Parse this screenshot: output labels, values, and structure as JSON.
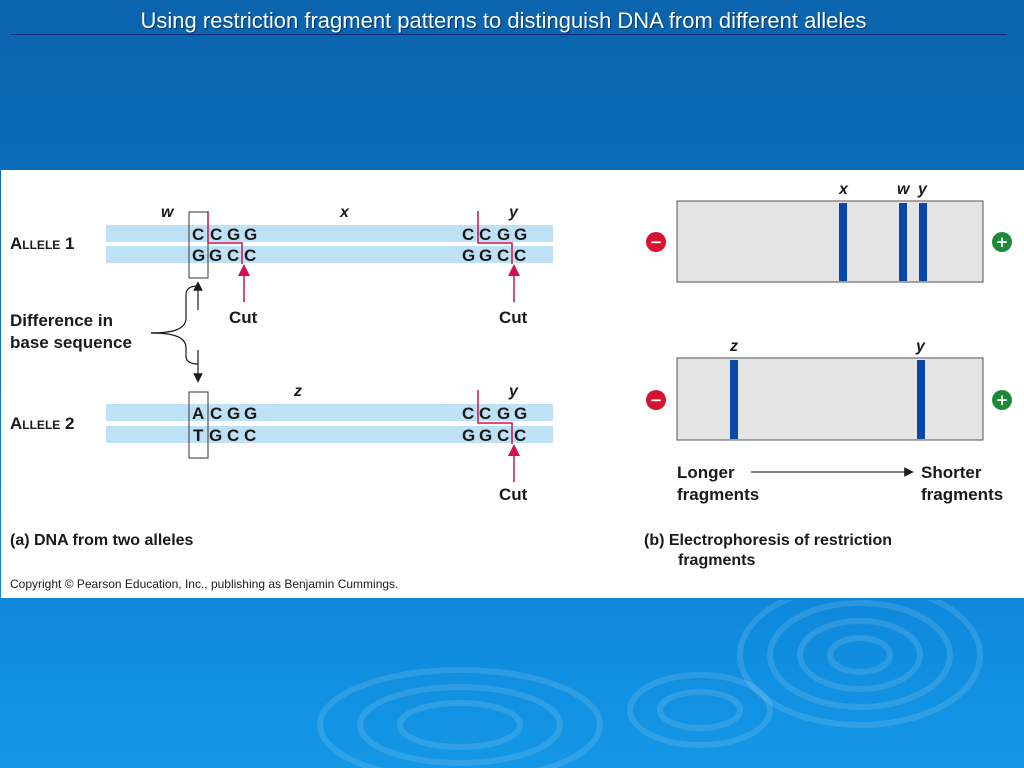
{
  "slide": {
    "title": "Using restriction fragment patterns to distinguish DNA from different alleles"
  },
  "panel_a": {
    "allele1_label": "Allele 1",
    "allele2_label": "Allele 2",
    "site_w": "w",
    "site_x": "x",
    "site_y": "y",
    "site_z": "z",
    "cut_label": "Cut",
    "difference_line1": "Difference in",
    "difference_line2": "base sequence",
    "caption": "(a) DNA from two alleles",
    "allele1_site1_top": [
      "C",
      "C",
      "G",
      "G"
    ],
    "allele1_site1_bottom": [
      "G",
      "G",
      "C",
      "C"
    ],
    "allele1_site2_top": [
      "C",
      "C",
      "G",
      "G"
    ],
    "allele1_site2_bottom": [
      "G",
      "G",
      "C",
      "C"
    ],
    "allele2_site1_top": [
      "A",
      "C",
      "G",
      "G"
    ],
    "allele2_site1_bottom": [
      "T",
      "G",
      "C",
      "C"
    ],
    "allele2_site2_top": [
      "C",
      "C",
      "G",
      "G"
    ],
    "allele2_site2_bottom": [
      "G",
      "G",
      "C",
      "C"
    ]
  },
  "panel_b": {
    "gel1_bands": [
      "x",
      "w",
      "y"
    ],
    "gel2_bands": [
      "z",
      "y"
    ],
    "negative_sign": "−",
    "positive_sign": "+",
    "longer_line1": "Longer",
    "longer_line2": "fragments",
    "shorter_line1": "Shorter",
    "shorter_line2": "fragments",
    "caption_line1": "(b) Electrophoresis of restriction",
    "caption_line2": "fragments"
  },
  "copyright": "Copyright © Pearson Education, Inc., publishing as Benjamin Cummings.",
  "colors": {
    "strand": "#bfe1f5",
    "band": "#0b47a8",
    "cut": "#d0114e",
    "negative": "#d6142f",
    "positive": "#1d8a3a",
    "gel": "#e4e4e4"
  }
}
